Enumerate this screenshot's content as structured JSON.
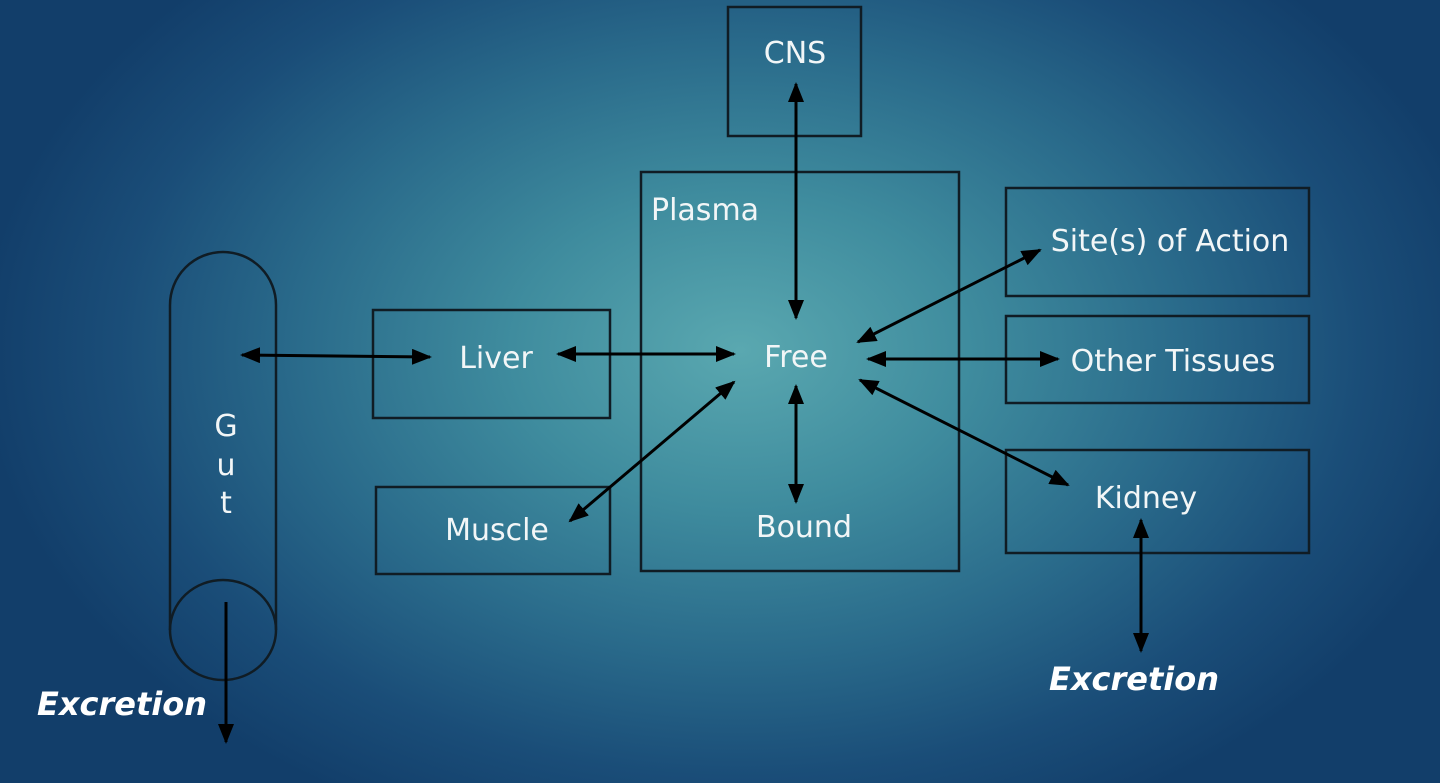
{
  "labels": {
    "cns": "CNS",
    "plasma": "Plasma",
    "free": "Free",
    "bound": "Bound",
    "sites_of_action": "Site(s) of Action",
    "other_tissues": "Other Tissues",
    "kidney": "Kidney",
    "liver": "Liver",
    "muscle": "Muscle",
    "gut": [
      "G",
      "u",
      "t"
    ],
    "excretion_gut": "Excretion",
    "excretion_kidney": "Excretion"
  },
  "colors": {
    "background_center": "#5aa8b0",
    "background_edge": "#123e6a",
    "text": "#f2f6f7",
    "lines": "#000000"
  }
}
